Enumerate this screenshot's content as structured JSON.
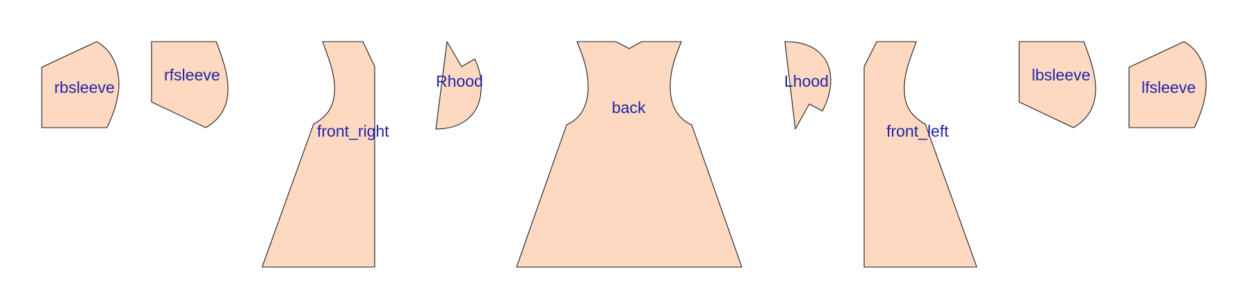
{
  "colors": {
    "piece_fill": "#fdd9c1",
    "piece_stroke": "#1a1a1a",
    "label_color": "#1f24a8",
    "background": "#ffffff"
  },
  "pieces": {
    "rbsleeve": "rbsleeve",
    "rfsleeve": "rfsleeve",
    "front_right": "front_right",
    "Rhood": "Rhood",
    "back": "back",
    "Lhood": "Lhood",
    "front_left": "front_left",
    "lbsleeve": "lbsleeve",
    "lfsleeve": "lfsleeve"
  }
}
